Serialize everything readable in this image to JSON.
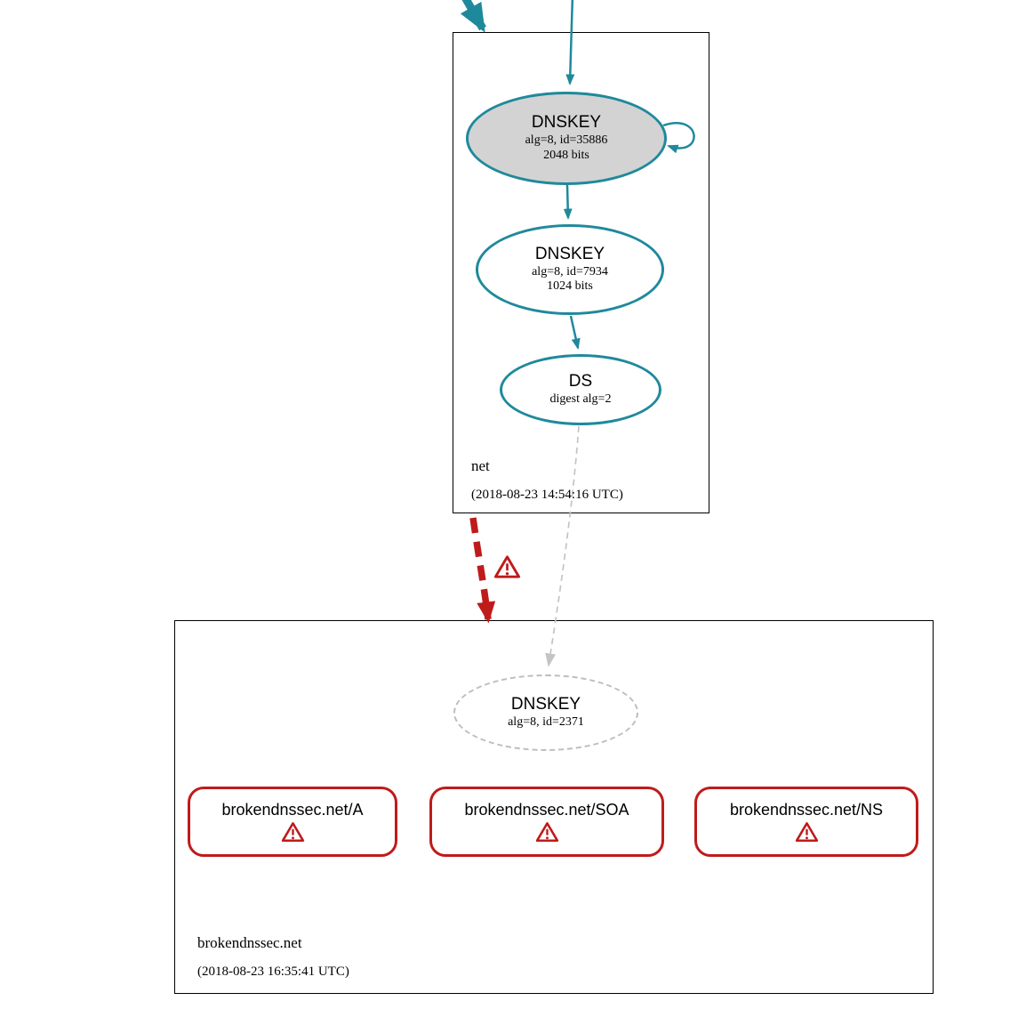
{
  "colors": {
    "teal": "#1f899c",
    "red": "#bf1b1b",
    "gray": "#c4c4c4",
    "fillgray": "#d3d3d3"
  },
  "zones": {
    "net": {
      "label": "net",
      "timestamp": "(2018-08-23 14:54:16 UTC)",
      "ksk": {
        "title": "DNSKEY",
        "sub1": "alg=8, id=35886",
        "sub2": "2048 bits"
      },
      "zsk": {
        "title": "DNSKEY",
        "sub1": "alg=8, id=7934",
        "sub2": "1024 bits"
      },
      "ds": {
        "title": "DS",
        "sub1": "digest alg=2"
      }
    },
    "broken": {
      "label": "brokendnssec.net",
      "timestamp": "(2018-08-23 16:35:41 UTC)",
      "dnskey": {
        "title": "DNSKEY",
        "sub1": "alg=8, id=2371"
      },
      "rrsets": [
        {
          "label": "brokendnssec.net/A"
        },
        {
          "label": "brokendnssec.net/SOA"
        },
        {
          "label": "brokendnssec.net/NS"
        }
      ]
    }
  },
  "edges": [
    {
      "name": "incoming-delegation-secure",
      "style": "thick-solid",
      "color": "teal"
    },
    {
      "name": "incoming-dnskey-line",
      "style": "thin-solid",
      "color": "teal"
    },
    {
      "name": "ksk-self-sign-loop",
      "style": "thin-solid",
      "color": "teal"
    },
    {
      "name": "ksk-signs-zsk",
      "style": "thin-solid",
      "color": "teal"
    },
    {
      "name": "zsk-signs-ds",
      "style": "thin-solid",
      "color": "teal"
    },
    {
      "name": "ds-to-child-dnskey",
      "style": "dashed",
      "color": "gray"
    },
    {
      "name": "delegation-bogus",
      "style": "thick-dashed",
      "color": "red",
      "warning": true
    }
  ]
}
